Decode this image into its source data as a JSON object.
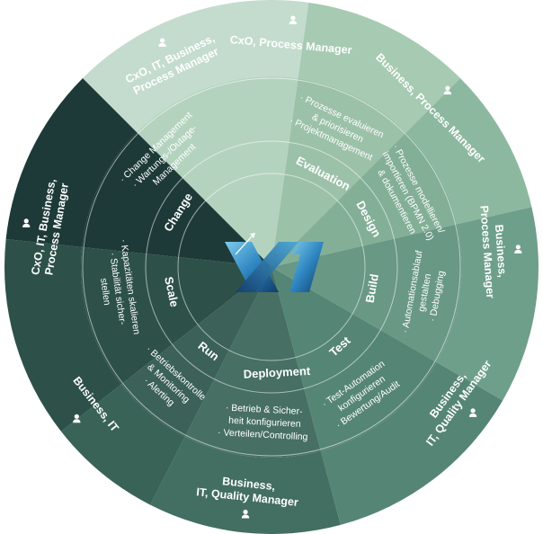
{
  "center_logo": "X1",
  "colors": {
    "outer": [
      "#c4dccd",
      "#a6cab2",
      "#8db8a0",
      "#6e9f8b",
      "#558575",
      "#436e62",
      "#3a6358",
      "#2d5149",
      "#1d3a38"
    ],
    "inner": [
      "#b4d3bf",
      "#9cc1a9",
      "#83af97",
      "#699885",
      "#558575",
      "#476f64",
      "#3b6158",
      "#2d5149",
      "#1d3a38"
    ],
    "logo_light": "#5fb4dc",
    "logo_dark": "#144e83"
  },
  "segments": [
    {
      "id": "evaluation",
      "role": [
        "CxO, Process Manager"
      ],
      "phase": "Evaluation",
      "tasks": [
        "· Prozesse evaluieren",
        "  & priorisieren",
        "· Projektmanagement"
      ]
    },
    {
      "id": "design",
      "role": [
        "Business, Process Manager"
      ],
      "phase": "Design",
      "tasks": [
        "· Prozesse modellieren/",
        "  importieren (BPMN 2.0)",
        "  & dokumentieren"
      ]
    },
    {
      "id": "build",
      "role": [
        "Business,",
        "Process Manager"
      ],
      "phase": "Build",
      "tasks": [
        "· Automationsablauf",
        "  gestalten",
        "· Debugging"
      ]
    },
    {
      "id": "test",
      "role": [
        "Business,",
        "IT, Quality Manager"
      ],
      "phase": "Test",
      "tasks": [
        "· Test-Automation",
        "  konfigurieren",
        "· Bewertung/Audit"
      ]
    },
    {
      "id": "deployment",
      "role": [
        "Business,",
        "IT, Quality Manager"
      ],
      "phase": "Deployment",
      "tasks": [
        "· Betrieb & Sicher-",
        "  heit konfigurieren",
        "· Verteilen/Controlling"
      ]
    },
    {
      "id": "run",
      "role": [
        "Business, IT"
      ],
      "phase": "Run",
      "tasks": [
        "· Betriebskontrolle",
        "  & Monitoring",
        "· Alerting"
      ]
    },
    {
      "id": "scale",
      "role": [
        "CxO, IT, Business,",
        "Process Manager"
      ],
      "phase": "Scale",
      "tasks": [
        "· Kapazitäten skalieren",
        "· Stabilität sicher-",
        "  stellen"
      ]
    },
    {
      "id": "change",
      "role": [
        "CxO, IT, Business,",
        "Process Manager"
      ],
      "phase": "Change",
      "tasks": [
        "· Change Management",
        "· Wartungs-/Outage-",
        "  Management"
      ]
    }
  ]
}
